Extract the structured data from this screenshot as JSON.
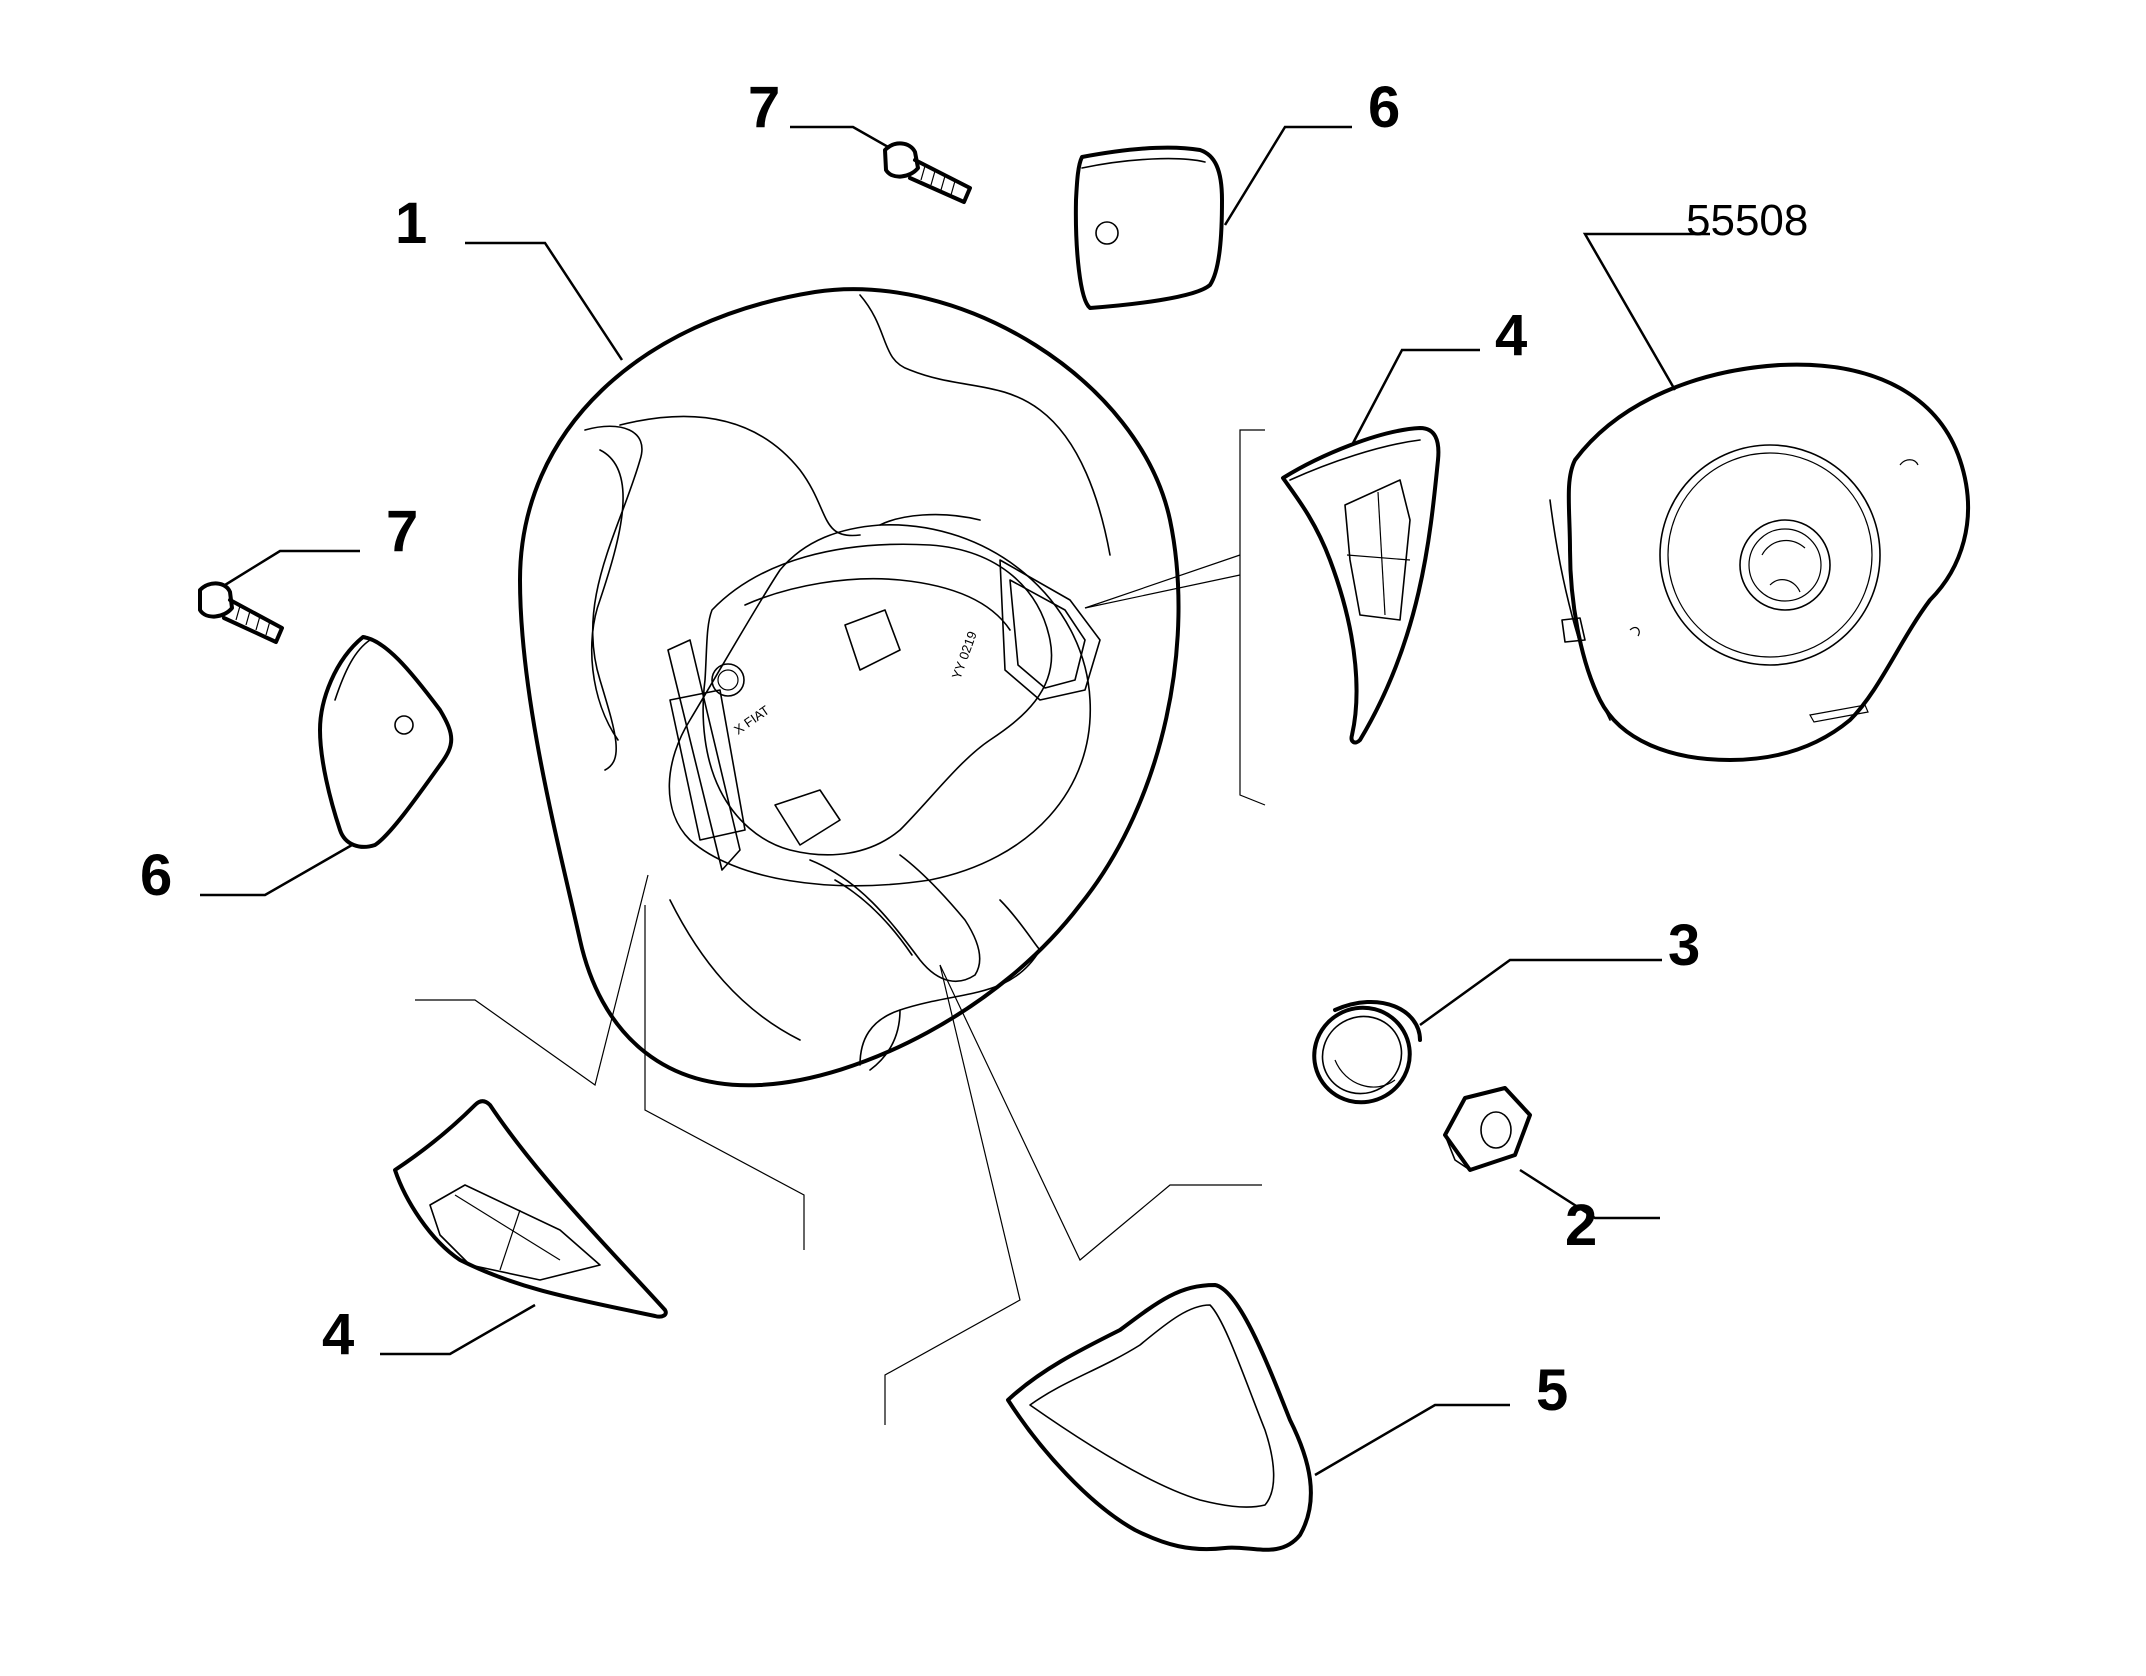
{
  "callouts": {
    "steering_wheel": "1",
    "nut": "2",
    "bush": "3",
    "switch_cover_right": "4",
    "switch_cover_left": "4",
    "lower_cover": "5",
    "plug_cover_top": "6",
    "plug_cover_left": "6",
    "screw_top": "7",
    "screw_left": "7"
  },
  "reference": "55508",
  "wheel_markings": {
    "spoke_text_left": "X FIAT",
    "spoke_text_right": "YY 0219"
  }
}
